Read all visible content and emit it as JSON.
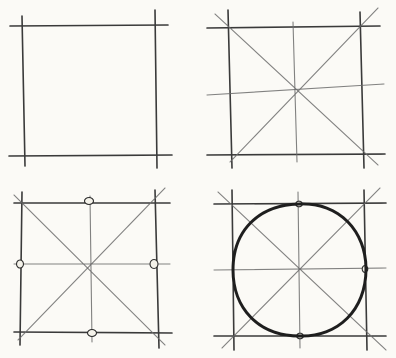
{
  "figure": {
    "panels": [
      {
        "step": 1,
        "shows": [
          "square"
        ]
      },
      {
        "step": 2,
        "shows": [
          "square",
          "diagonals",
          "midlines"
        ]
      },
      {
        "step": 3,
        "shows": [
          "square",
          "diagonals",
          "midlines",
          "edge-midpoint-marks"
        ]
      },
      {
        "step": 4,
        "shows": [
          "square",
          "diagonals",
          "midlines",
          "edge-midpoint-marks",
          "inscribed-circle"
        ]
      }
    ],
    "colors": {
      "paper": "#fbfaf6",
      "pencil": "#3a3a3a",
      "ink": "#1e1e1e"
    }
  }
}
